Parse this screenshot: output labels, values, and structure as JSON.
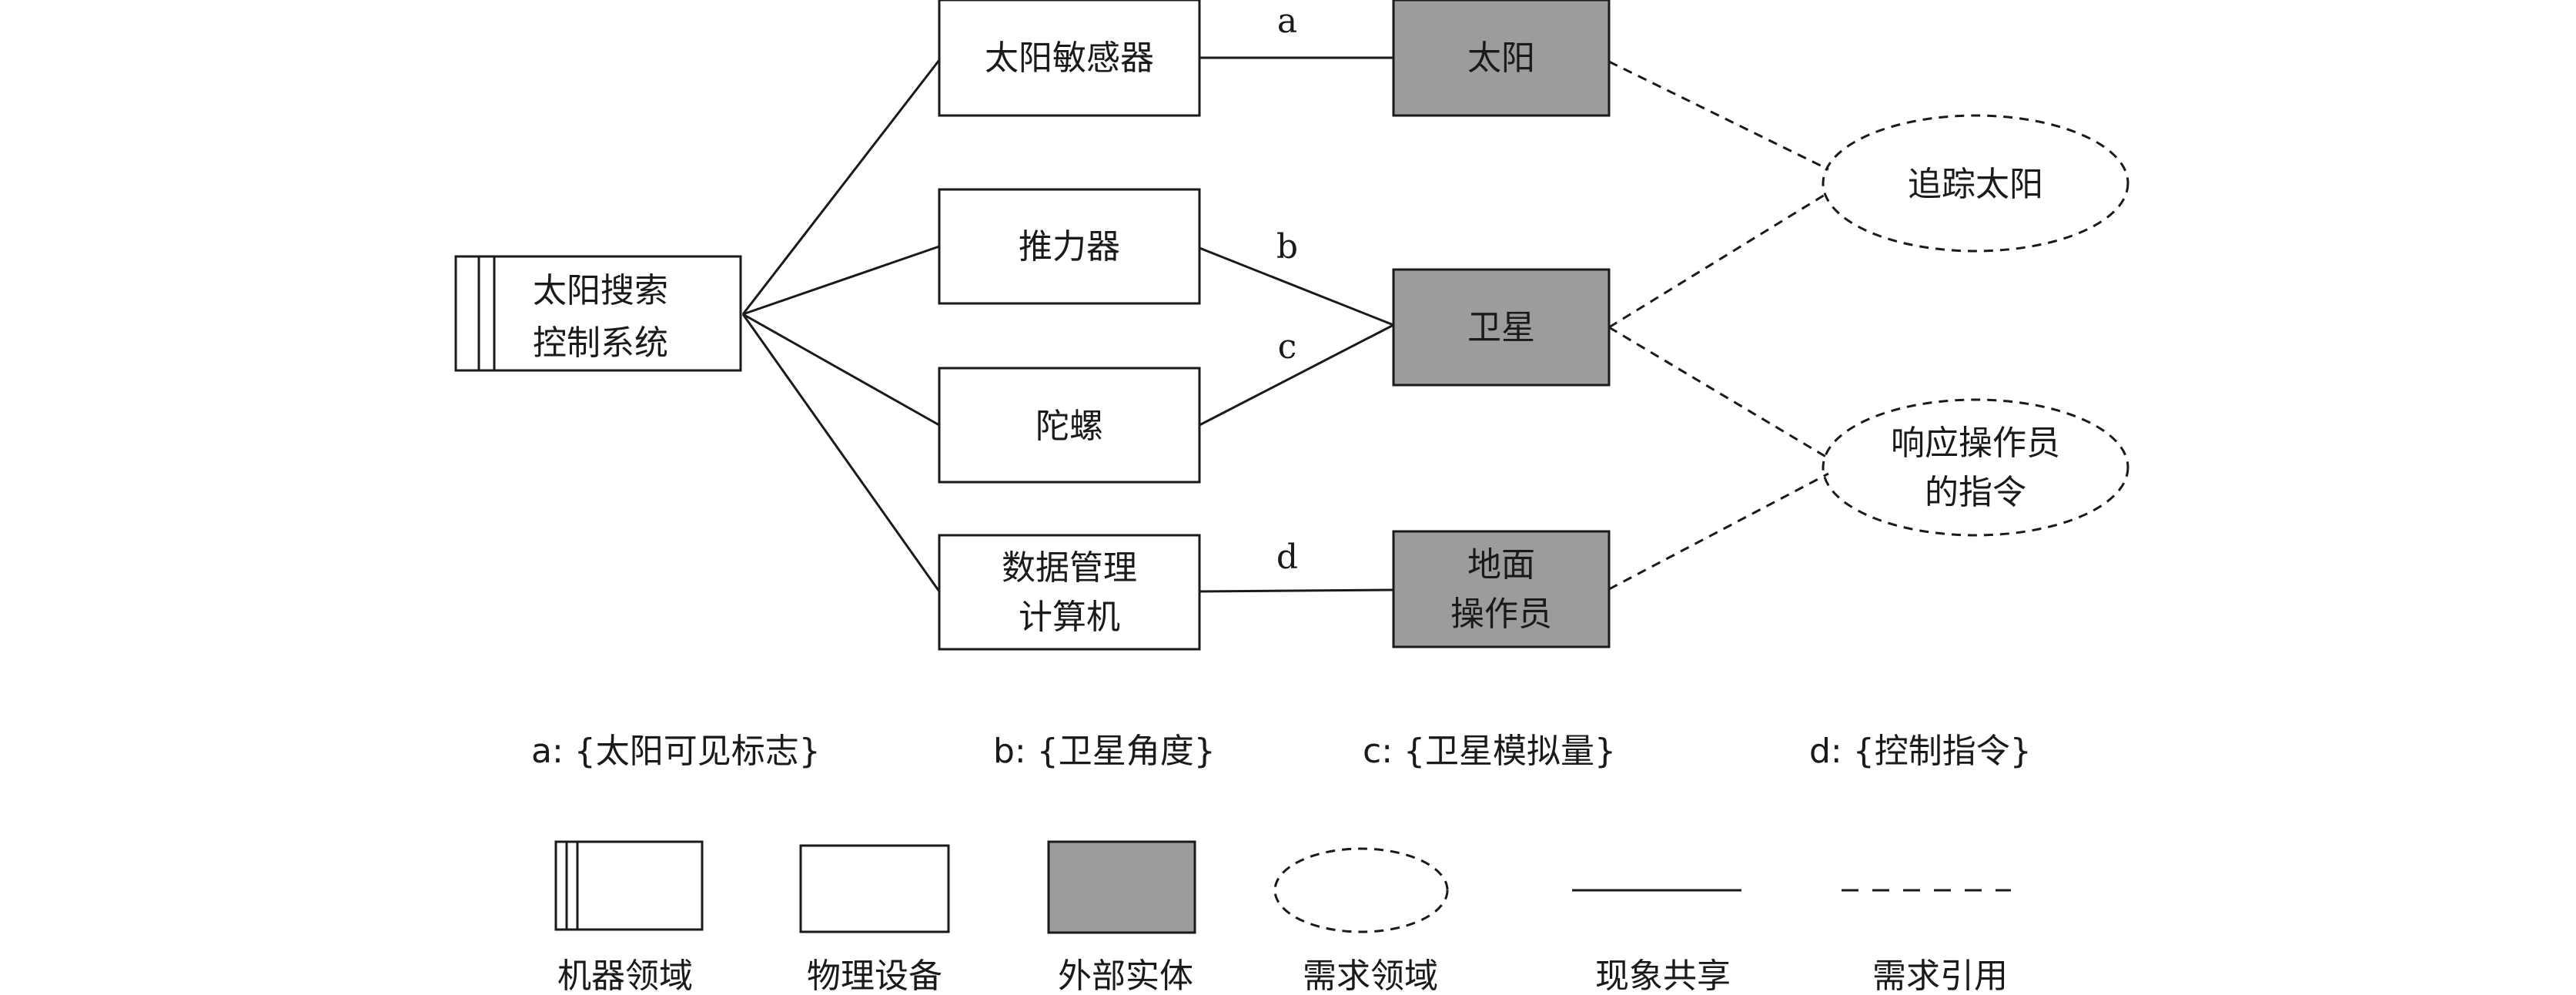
{
  "machine_domain": {
    "line1": "太阳搜索",
    "line2": "控制系统"
  },
  "devices": {
    "sun_sensor": "太阳敏感器",
    "thruster": "推力器",
    "gyro": "陀螺",
    "data_computer": {
      "line1": "数据管理",
      "line2": "计算机"
    }
  },
  "entities": {
    "sun": "太阳",
    "satellite": "卫星",
    "operator": {
      "line1": "地面",
      "line2": "操作员"
    }
  },
  "requirements": {
    "track_sun": "追踪太阳",
    "respond_operator": {
      "line1": "响应操作员",
      "line2": "的指令"
    }
  },
  "interfaces": {
    "a": "a",
    "b": "b",
    "c": "c",
    "d": "d"
  },
  "phenomena": [
    "a: {太阳可见标志}",
    "b: {卫星角度}",
    "c: {卫星模拟量}",
    "d: {控制指令}"
  ],
  "legend": [
    {
      "key": "machine",
      "label": "机器领域"
    },
    {
      "key": "device",
      "label": "物理设备"
    },
    {
      "key": "entity",
      "label": "外部实体"
    },
    {
      "key": "requirement",
      "label": "需求领域"
    },
    {
      "key": "share",
      "label": "现象共享"
    },
    {
      "key": "reference",
      "label": "需求引用"
    }
  ],
  "colors": {
    "line": "#1a1a1a",
    "entity_fill": "#9c9c9c",
    "background": "#ffffff"
  }
}
